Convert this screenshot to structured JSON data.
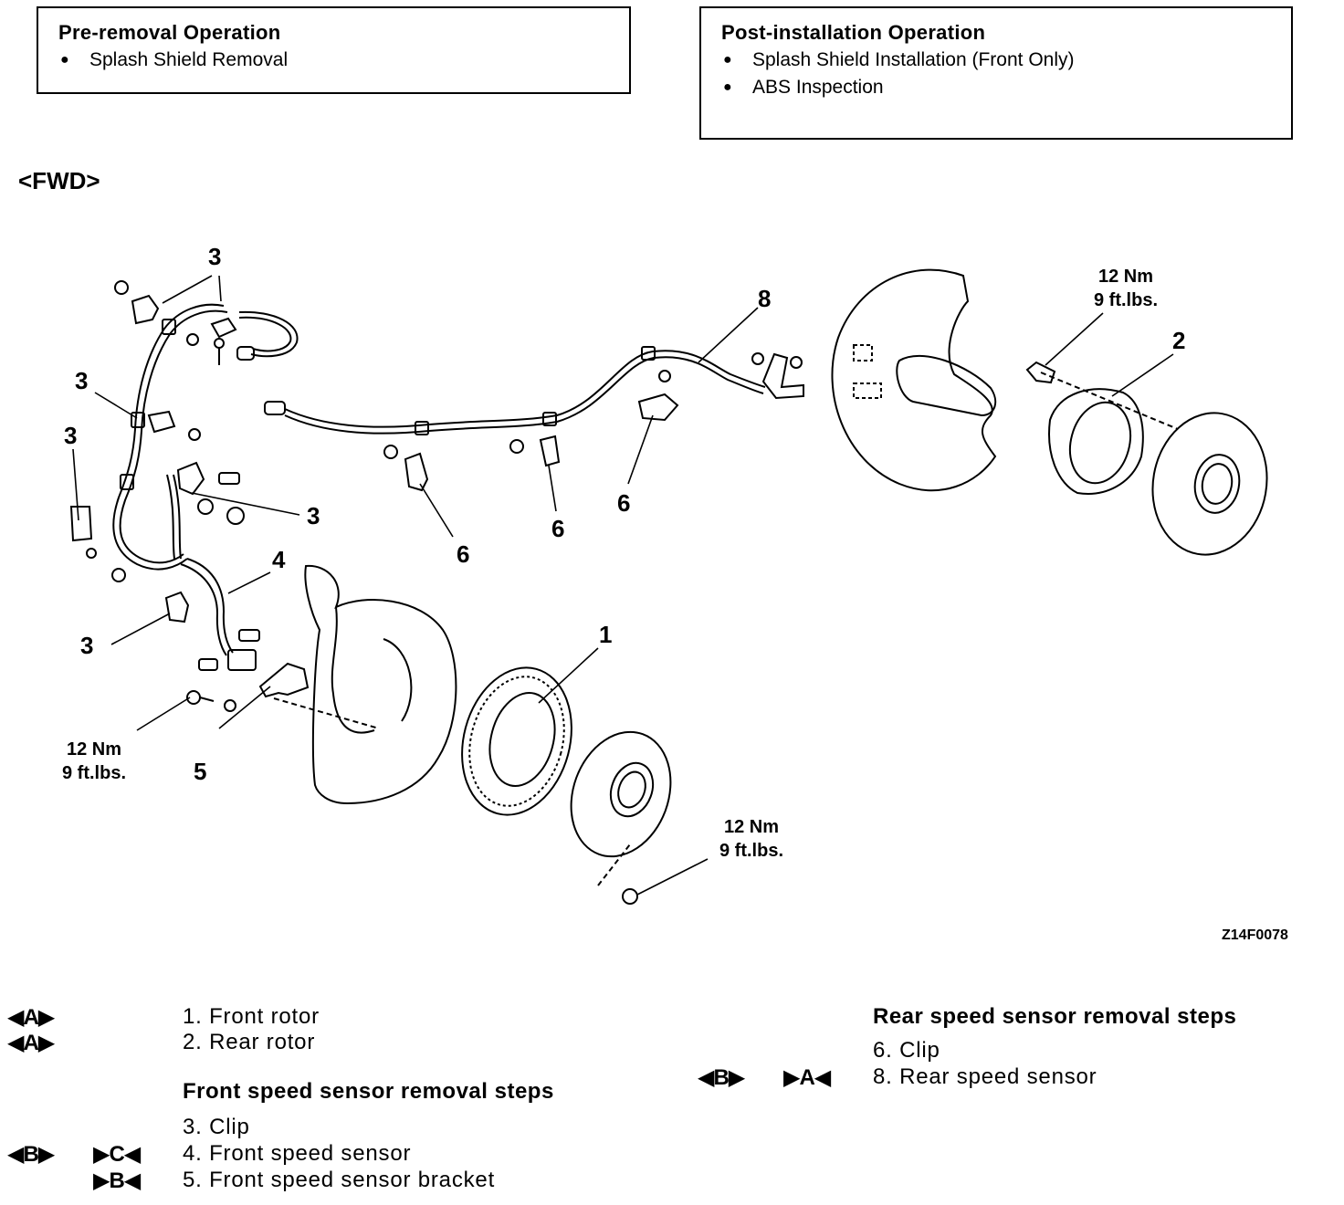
{
  "pre_box": {
    "title": "Pre-removal Operation",
    "items": [
      "Splash Shield Removal"
    ]
  },
  "post_box": {
    "title": "Post-installation Operation",
    "items": [
      "Splash Shield Installation (Front Only)",
      "ABS Inspection"
    ]
  },
  "fwd_label": "<FWD>",
  "figure_id": "Z14F0078",
  "callouts": {
    "c1": "1",
    "c2": "2",
    "c3": "3",
    "c4": "4",
    "c5": "5",
    "c6": "6",
    "c8": "8"
  },
  "torque": {
    "value_nm": "12 Nm",
    "value_ft": "9 ft.lbs."
  },
  "parts_list": {
    "items_top": [
      "1. Front rotor",
      "2. Rear rotor"
    ],
    "front_title": "Front speed sensor removal steps",
    "front_steps": [
      "3. Clip",
      "4. Front speed sensor",
      "5. Front speed sensor bracket"
    ],
    "rear_title": "Rear speed sensor removal steps",
    "rear_steps": [
      "6. Clip",
      "8. Rear speed sensor"
    ]
  },
  "markers": {
    "removal_A": "◀A▶",
    "removal_B": "◀B▶",
    "install_A": "▶A◀",
    "install_B": "▶B◀",
    "install_C": "▶C◀"
  }
}
